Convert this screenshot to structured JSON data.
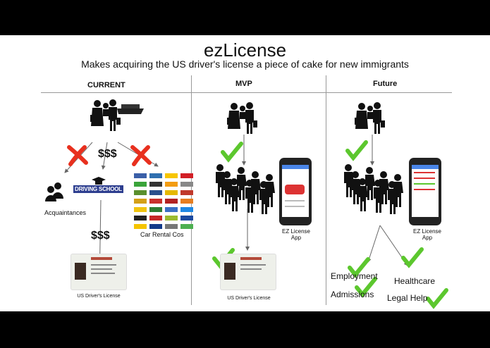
{
  "title": "ezLicense",
  "subtitle": "Makes acquiring the US driver's license a piece of cake for new immigrants",
  "columns": {
    "current": {
      "header": "CURRENT",
      "money_top": "$$$",
      "money_bottom": "$$$",
      "acquaintances": "Acquaintances",
      "driving_school": "DRIVING SCHOOL",
      "car_rental": "Car Rental Cos",
      "license": "US Driver's License"
    },
    "mvp": {
      "header": "MVP",
      "app": "EZ License\nApp",
      "app_line1": "EZ License",
      "app_line2": "App",
      "license": "US Driver's License"
    },
    "future": {
      "header": "Future",
      "app_line1": "EZ License",
      "app_line2": "App",
      "employment": "Employment",
      "admissions": "Admissions",
      "healthcare": "Healthcare",
      "legal": "Legal Help"
    }
  },
  "colors": {
    "check": "#5cc72e",
    "cross": "#e8301e",
    "phone_header": "#4a86e8"
  },
  "logo_colors": [
    "#3a5fa8",
    "#2f6fb0",
    "#f7c600",
    "#d21f26",
    "#3aa43a",
    "#333333",
    "#f39c12",
    "#888888",
    "#5a8f2d",
    "#2b4f8c",
    "#e5b800",
    "#c0392b",
    "#d4a017",
    "#c9302c",
    "#b22222",
    "#e67e22",
    "#f1c40f",
    "#2e7d32",
    "#3a6fc4",
    "#1e88e5",
    "#222222",
    "#c62828",
    "#9bbb30",
    "#1a4aa0",
    "#f5c400",
    "#123a8a",
    "#777777",
    "#4caf50"
  ]
}
